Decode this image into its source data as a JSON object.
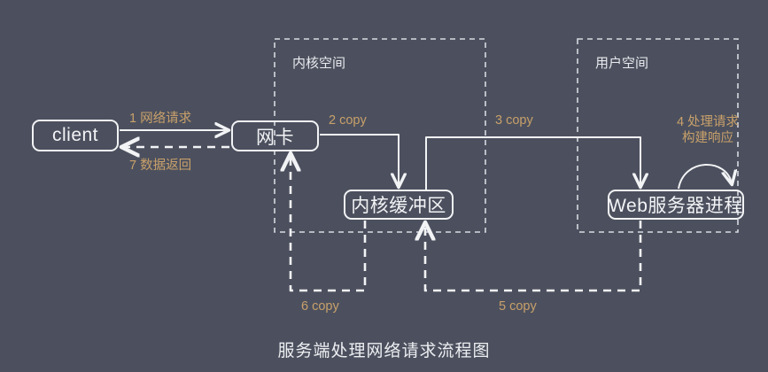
{
  "canvas": {
    "background_color": "#4c505e",
    "stroke_color": "#f2f3f5",
    "label_color": "#c8a06a"
  },
  "title": "服务端处理网络请求流程图",
  "regions": [
    {
      "id": "kernel-space",
      "label": "内核空间"
    },
    {
      "id": "user-space",
      "label": "用户空间"
    }
  ],
  "nodes": [
    {
      "id": "client",
      "label": "client"
    },
    {
      "id": "nic",
      "label": "网卡"
    },
    {
      "id": "kernel-buffer",
      "label": "内核缓冲区"
    },
    {
      "id": "web-server",
      "label": "Web服务器进程"
    }
  ],
  "edges": [
    {
      "id": "edge-1",
      "label": "1 网络请求",
      "from": "client",
      "to": "nic",
      "style": "solid"
    },
    {
      "id": "edge-7",
      "label": "7 数据返回",
      "from": "nic",
      "to": "client",
      "style": "dashed"
    },
    {
      "id": "edge-2",
      "label": "2 copy",
      "from": "nic",
      "to": "kernel-buffer",
      "style": "solid"
    },
    {
      "id": "edge-3",
      "label": "3 copy",
      "from": "kernel-buffer",
      "to": "web-server",
      "style": "solid"
    },
    {
      "id": "edge-4",
      "label": "4 处理请求\n构建响应",
      "label_line1": "4 处理请求",
      "label_line2": "构建响应",
      "from": "web-server",
      "to": "web-server",
      "style": "solid-curved"
    },
    {
      "id": "edge-5",
      "label": "5 copy",
      "from": "web-server",
      "to": "kernel-buffer",
      "style": "dashed"
    },
    {
      "id": "edge-6",
      "label": "6 copy",
      "from": "kernel-buffer",
      "to": "nic",
      "style": "dashed"
    }
  ]
}
